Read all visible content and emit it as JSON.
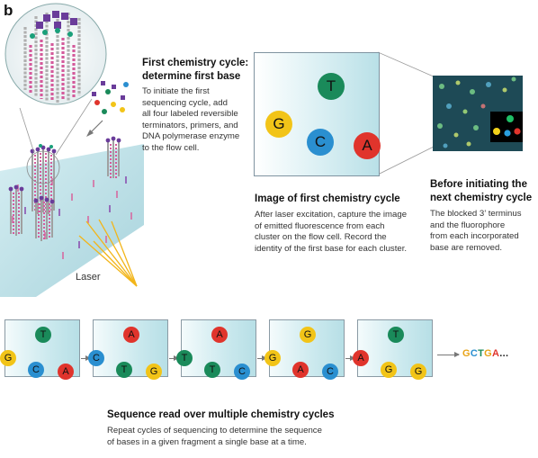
{
  "panel_label": "b",
  "first_cycle": {
    "title_line1": "First chemistry cycle:",
    "title_line2": "determine first base",
    "body": [
      "To initiate the first",
      "sequencing cycle, add",
      "all four labeled reversible",
      "terminators, primers, and",
      "DNA polymerase enzyme",
      "to the flow cell."
    ]
  },
  "laser_label": "Laser",
  "image_panel": {
    "bases": [
      {
        "letter": "T",
        "color": "#1a8a5a"
      },
      {
        "letter": "G",
        "color": "#f2c418"
      },
      {
        "letter": "C",
        "color": "#2a8fd0"
      },
      {
        "letter": "A",
        "color": "#e0342c"
      }
    ],
    "title": "Image of first chemistry cycle",
    "body": [
      "After laser excitation, capture the image",
      "of emitted fluorescence from each",
      "cluster on the flow cell. Record the",
      "identity of the first base for each cluster."
    ]
  },
  "before_next": {
    "title_line1": "Before initiating the",
    "title_line2": "next chemistry cycle",
    "body": [
      "The blocked 3’ terminus",
      "and the fluorophore",
      "from each incorporated",
      "base are removed."
    ]
  },
  "cycles": [
    [
      {
        "letter": "T",
        "color": "#1a8a5a"
      },
      {
        "letter": "G",
        "color": "#f2c418"
      },
      {
        "letter": "C",
        "color": "#2a8fd0"
      },
      {
        "letter": "A",
        "color": "#e0342c"
      }
    ],
    [
      {
        "letter": "A",
        "color": "#e0342c"
      },
      {
        "letter": "C",
        "color": "#2a8fd0"
      },
      {
        "letter": "T",
        "color": "#1a8a5a"
      },
      {
        "letter": "G",
        "color": "#f2c418"
      }
    ],
    [
      {
        "letter": "A",
        "color": "#e0342c"
      },
      {
        "letter": "T",
        "color": "#1a8a5a"
      },
      {
        "letter": "T",
        "color": "#1a8a5a"
      },
      {
        "letter": "C",
        "color": "#2a8fd0"
      }
    ],
    [
      {
        "letter": "G",
        "color": "#f2c418"
      },
      {
        "letter": "G",
        "color": "#f2c418"
      },
      {
        "letter": "A",
        "color": "#e0342c"
      },
      {
        "letter": "C",
        "color": "#2a8fd0"
      }
    ],
    [
      {
        "letter": "T",
        "color": "#1a8a5a"
      },
      {
        "letter": "A",
        "color": "#e0342c"
      },
      {
        "letter": "G",
        "color": "#f2c418"
      },
      {
        "letter": "G",
        "color": "#f2c418"
      }
    ]
  ],
  "sequence_read": {
    "letters": [
      {
        "letter": "G",
        "color": "#e8a317"
      },
      {
        "letter": "C",
        "color": "#2a8fd0"
      },
      {
        "letter": "T",
        "color": "#1a8a5a"
      },
      {
        "letter": "G",
        "color": "#e8a317"
      },
      {
        "letter": "A",
        "color": "#e0342c"
      }
    ],
    "ellipsis": "...",
    "title": "Sequence read over multiple chemistry cycles",
    "body": [
      "Repeat cycles of sequencing to determine the sequence",
      "of bases in a given fragment a single base at a time."
    ]
  }
}
